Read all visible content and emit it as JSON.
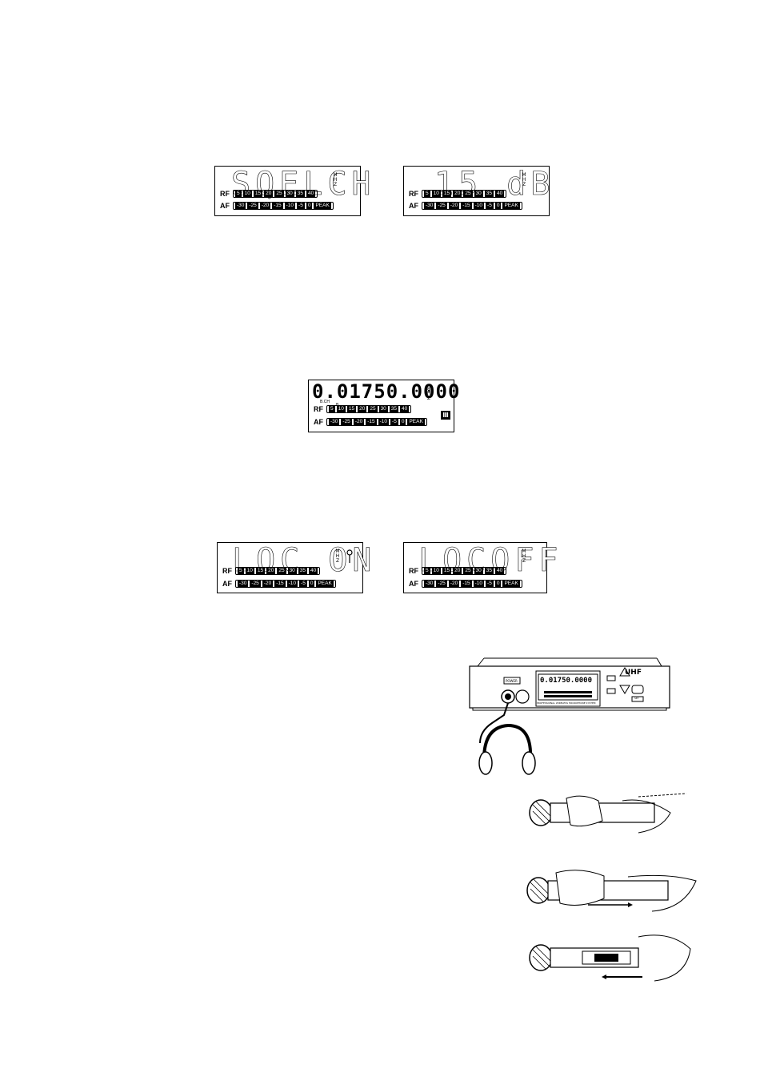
{
  "rf_scale": [
    "5",
    "10",
    "15",
    "20",
    "25",
    "30",
    "35",
    "40"
  ],
  "af_scale": [
    "-30",
    "-25",
    "-20",
    "-15",
    "-10",
    "-5",
    "0",
    "PEAK"
  ],
  "labels": {
    "rf": "RF",
    "af": "AF",
    "mhz": "MHz",
    "ch": "B.CH",
    "grp": "B"
  },
  "displays": {
    "squelch": "SQELCH",
    "squelch_db": "15 dB",
    "frequency": "0.01750.0000",
    "loc_on": "LOC ON",
    "loc_off": "LOCOFF"
  },
  "receiver": {
    "brand": "UHF",
    "power_label": "POWER",
    "front_text": "PROFESSIONAL WIRELESS MICROPHONE SYSTEM",
    "lcd_freq": "0.01750.0000",
    "set_label": "SET"
  }
}
